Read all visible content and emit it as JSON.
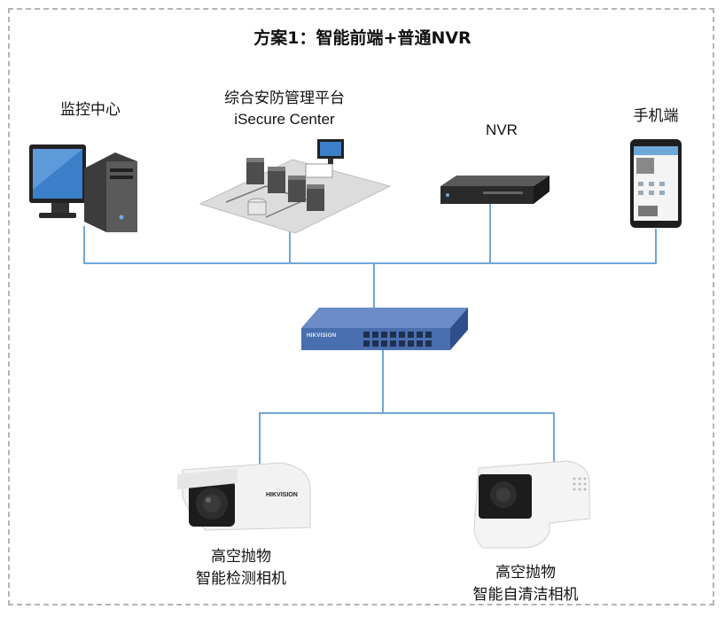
{
  "title": "方案1：智能前端+普通NVR",
  "nodes": {
    "monitor_center": {
      "label": "监控中心"
    },
    "platform": {
      "label_line1": "综合安防管理平台",
      "label_line2": "iSecure Center"
    },
    "nvr": {
      "label": "NVR"
    },
    "mobile": {
      "label": "手机端"
    },
    "switch": {
      "brand_text": "HIKVISION"
    },
    "camera_left": {
      "label_line1": "高空抛物",
      "label_line2": "智能检测相机",
      "brand_text": "HIKVISION"
    },
    "camera_right": {
      "label_line1": "高空抛物",
      "label_line2": "智能自清洁相机"
    }
  },
  "colors": {
    "link": "#6fa7d6",
    "frame": "#b5b5b5",
    "switch_body": "#4a6fb0"
  }
}
